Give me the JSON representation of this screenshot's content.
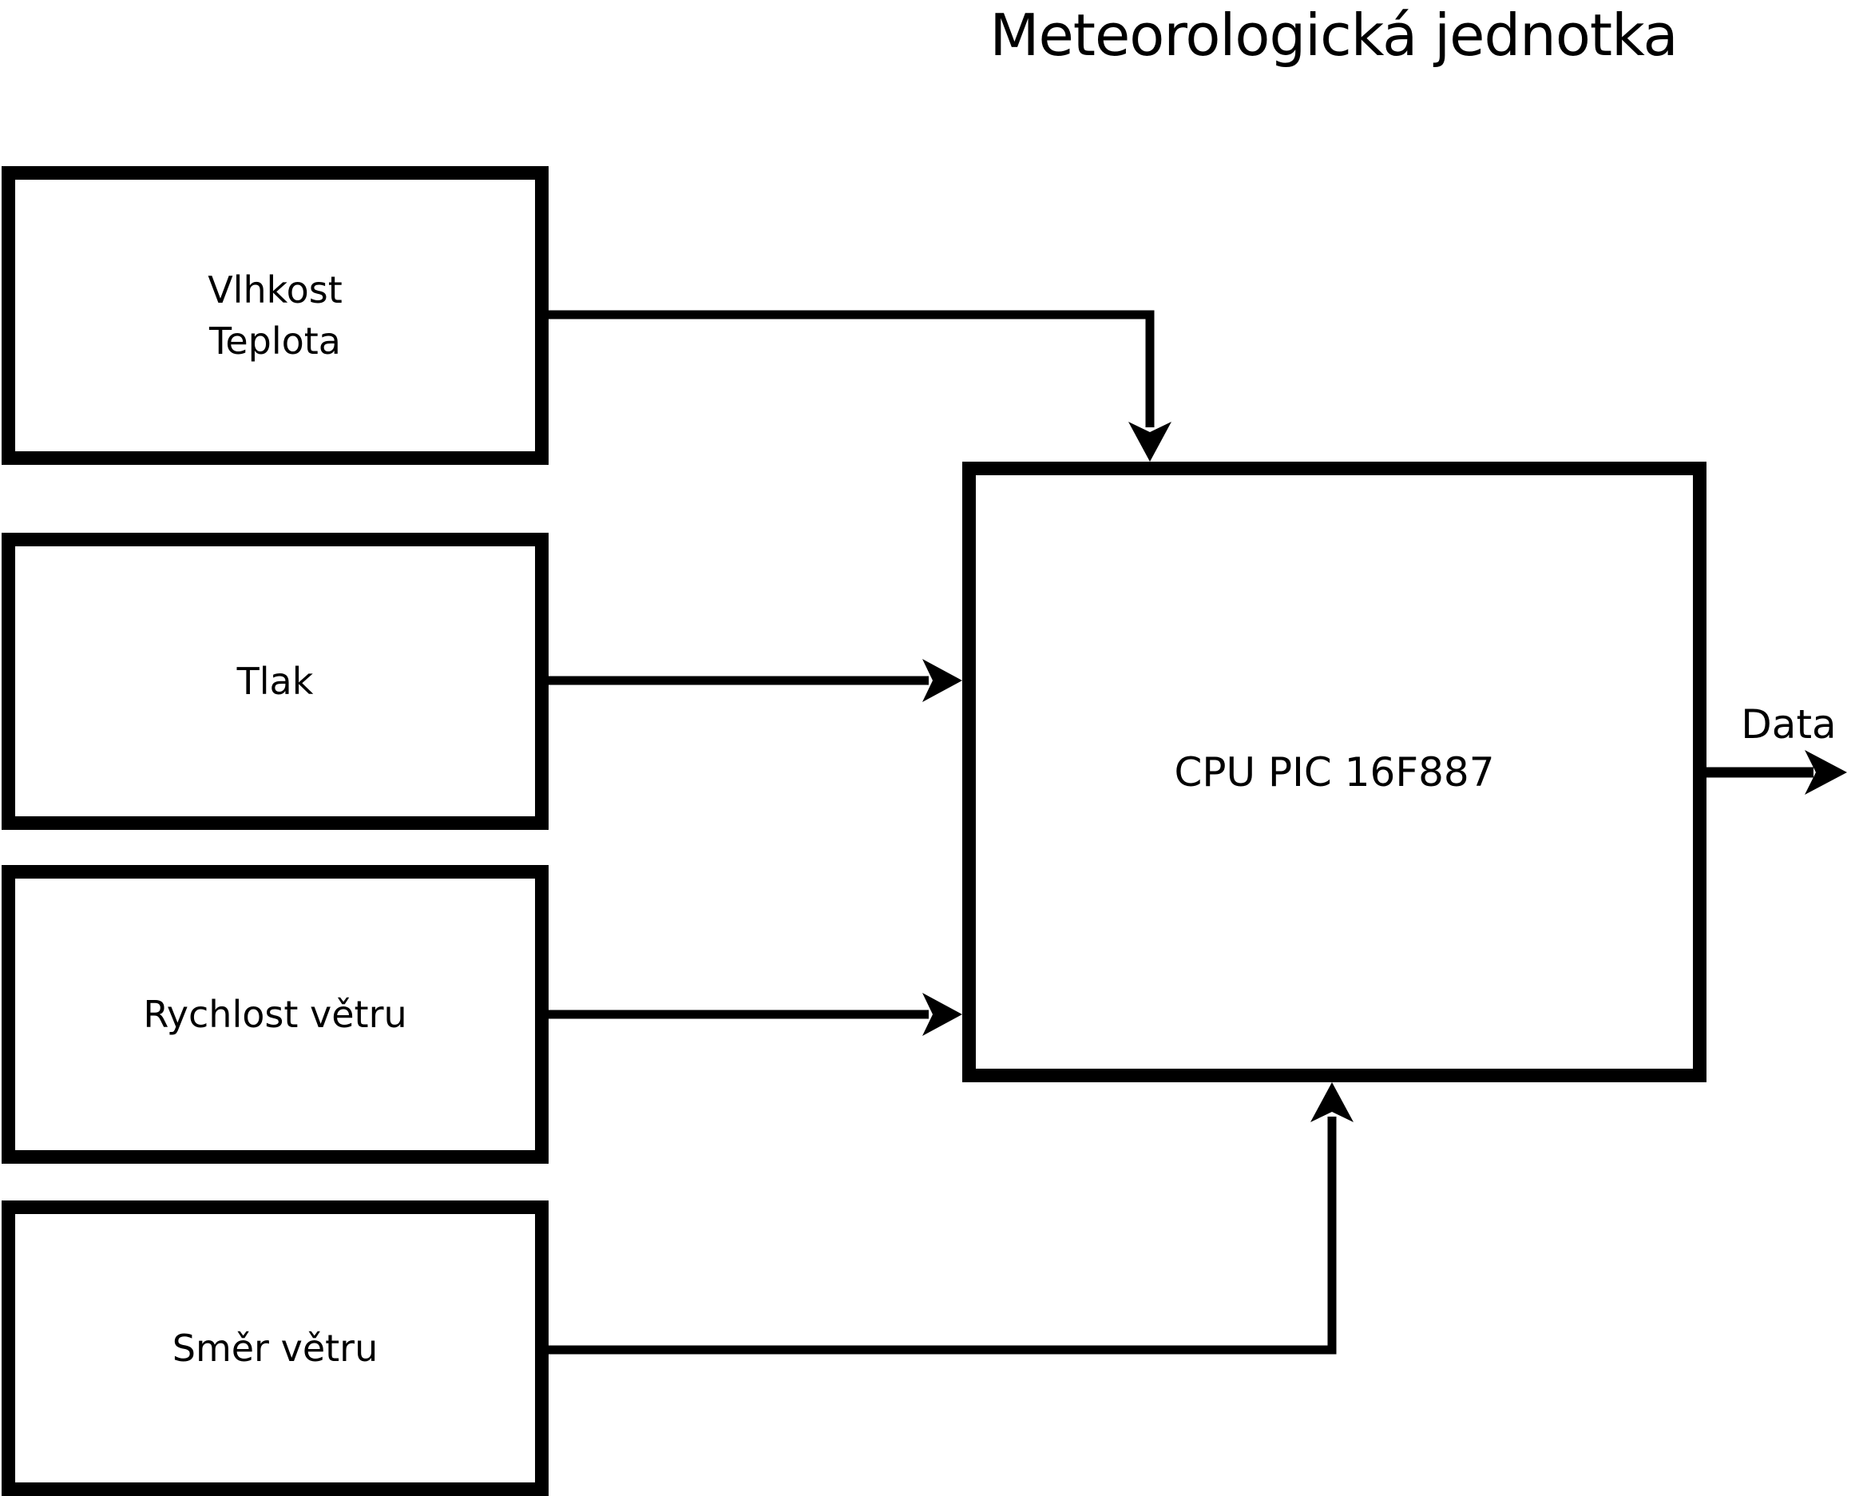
{
  "title": "Meteorologická jednotka",
  "diagram": {
    "sensors": [
      {
        "id": "humidity-temperature",
        "lines": [
          "Vlhkost",
          "Teplota"
        ]
      },
      {
        "id": "pressure",
        "lines": [
          "Tlak"
        ]
      },
      {
        "id": "wind-speed",
        "lines": [
          "Rychlost větru"
        ]
      },
      {
        "id": "wind-direction",
        "lines": [
          "Směr větru"
        ]
      }
    ],
    "cpu": {
      "label": "CPU PIC 16F887"
    },
    "output": {
      "label": "Data"
    },
    "connections": [
      "humidity-temperature -> cpu (top)",
      "pressure -> cpu (left)",
      "wind-speed -> cpu (left)",
      "wind-direction -> cpu (bottom)",
      "cpu -> data (right)"
    ]
  },
  "colors": {
    "line": "#000000",
    "background": "#ffffff"
  }
}
